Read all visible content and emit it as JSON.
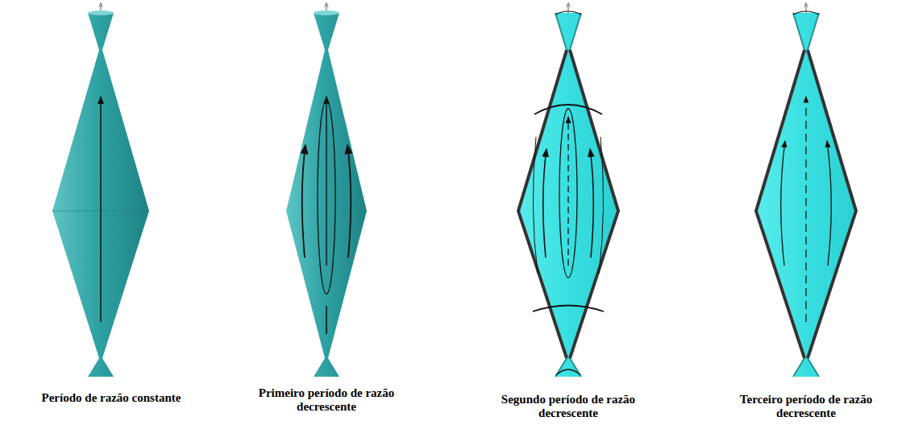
{
  "diagram": {
    "labels": [
      "Período de razão constante",
      "Primeiro período de razão decrescente",
      "Segundo período de razão decrescente",
      "Terceiro período de razão decrescente"
    ]
  }
}
